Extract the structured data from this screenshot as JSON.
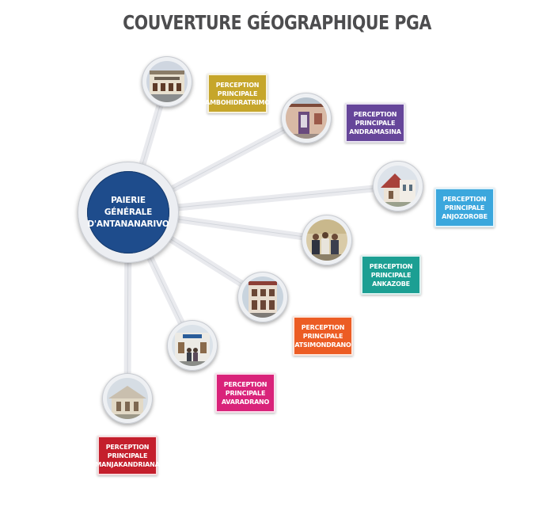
{
  "title": "COUVERTURE GÉOGRAPHIQUE PGA",
  "hub": {
    "label": "PAIERIE\nGÉNÉRALE\nD'ANTANANARIVO",
    "color": "#1e4c8c"
  },
  "branches": [
    {
      "label": "PERCEPTION\nPRINCIPALE\nAMBOHIDRATRIMO",
      "color": "#c6a62b",
      "photo": "building-photo-icon"
    },
    {
      "label": "PERCEPTION\nPRINCIPALE\nANDRAMASINA",
      "color": "#66469a",
      "photo": "building-photo-icon"
    },
    {
      "label": "PERCEPTION\nPRINCIPALE\nANJOZOROBE",
      "color": "#3ba7dd",
      "photo": "building-photo-icon"
    },
    {
      "label": "PERCEPTION\nPRINCIPALE\nANKAZOBE",
      "color": "#1c9f93",
      "photo": "staff-photo-icon"
    },
    {
      "label": "PERCEPTION\nPRINCIPALE\nATSIMONDRANO",
      "color": "#ec5c24",
      "photo": "building-photo-icon"
    },
    {
      "label": "PERCEPTION\nPRINCIPALE\nAVARADRANO",
      "color": "#d9237a",
      "photo": "building-photo-icon"
    },
    {
      "label": "PERCEPTION\nPRINCIPALE\nMANJAKANDRIANA",
      "color": "#c41f2c",
      "photo": "building-photo-icon"
    }
  ]
}
